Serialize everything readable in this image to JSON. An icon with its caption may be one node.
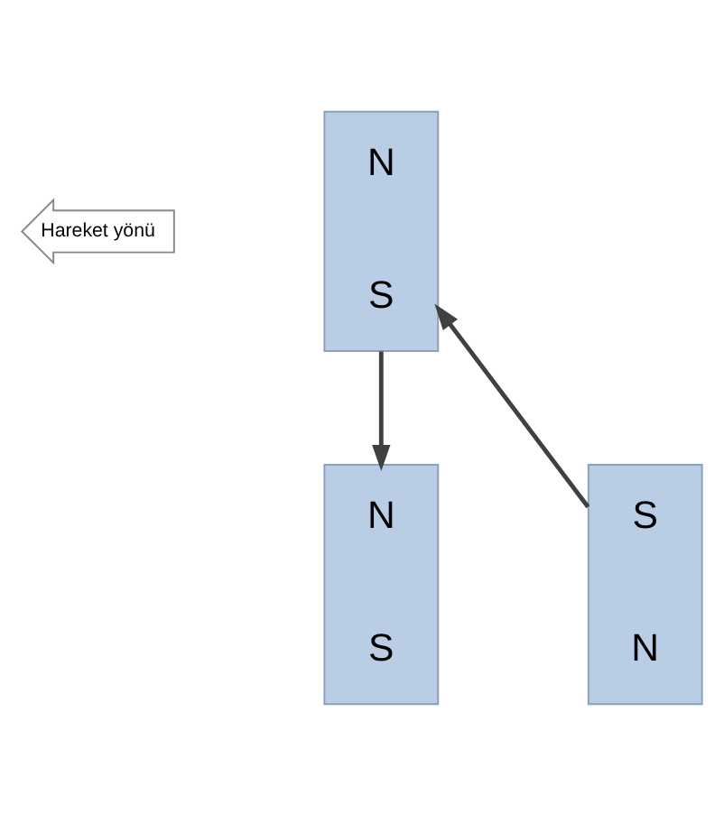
{
  "diagram": {
    "nodes": [
      {
        "text": [
          "N",
          "S"
        ]
      },
      {
        "text": [
          "Hareket yönü"
        ]
      },
      {
        "text": [
          "N",
          "S"
        ]
      },
      {
        "text": [
          "S",
          "N"
        ]
      }
    ],
    "edges": [
      {
        "from": 0,
        "to": 2,
        "arrow": "to"
      },
      {
        "from": 3,
        "to": 0,
        "arrow": "to"
      }
    ]
  }
}
